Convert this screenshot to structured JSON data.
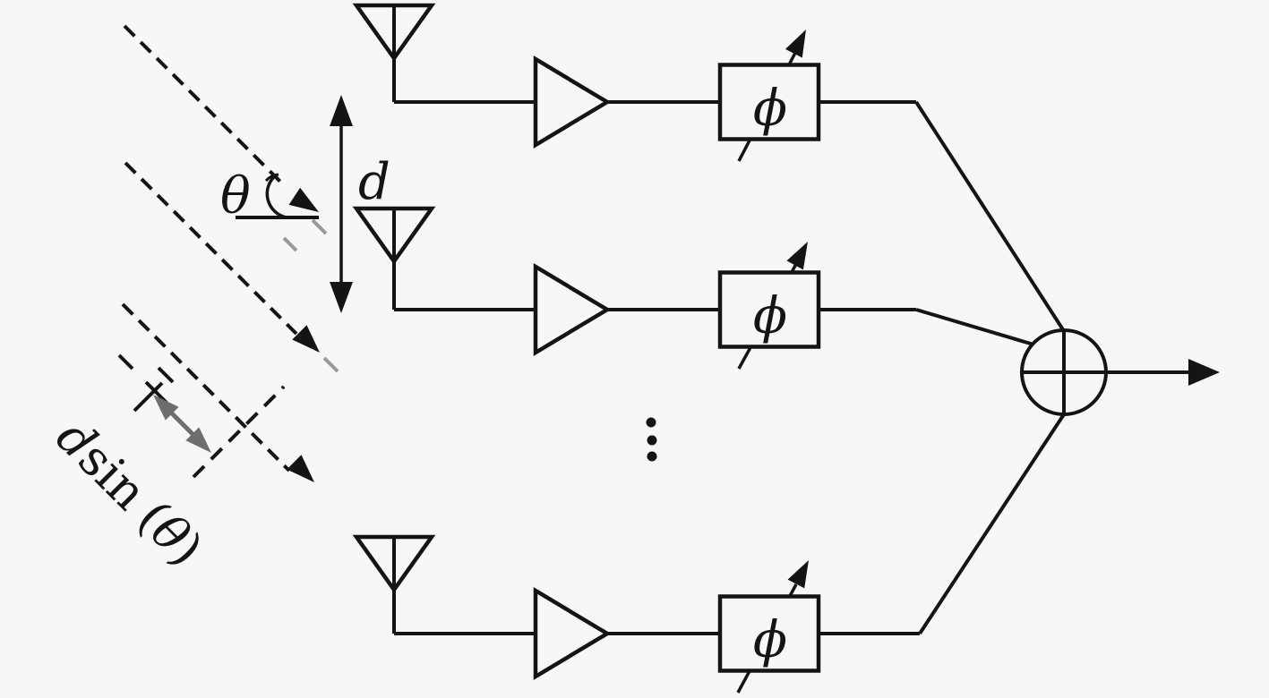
{
  "diagram": {
    "colors": {
      "background": "#f7f7f7",
      "ink": "#141414",
      "path_difference_gray": "#6e6e6e",
      "faded_dash_gray": "#999999"
    },
    "incoming_wave": {
      "angle_label": "θ"
    },
    "element_spacing": {
      "label": "d"
    },
    "path_difference": {
      "d": "d",
      "sin": "sin",
      "open_paren": "(",
      "theta": "θ",
      "close_paren": ")"
    },
    "branches": [
      {
        "phase_symbol": "ϕ"
      },
      {
        "phase_symbol": "ϕ"
      },
      {
        "phase_symbol": "ϕ"
      }
    ],
    "icons": {
      "antenna": "dipole-antenna-icon",
      "amplifier": "amplifier-triangle-icon",
      "phase_shifter": "variable-phase-shifter-box-icon",
      "combiner": "circled-plus-summation-icon",
      "wave_ray": "dashed-arrow-45deg-icon",
      "ellipsis": "vertical-ellipsis-dots"
    }
  }
}
